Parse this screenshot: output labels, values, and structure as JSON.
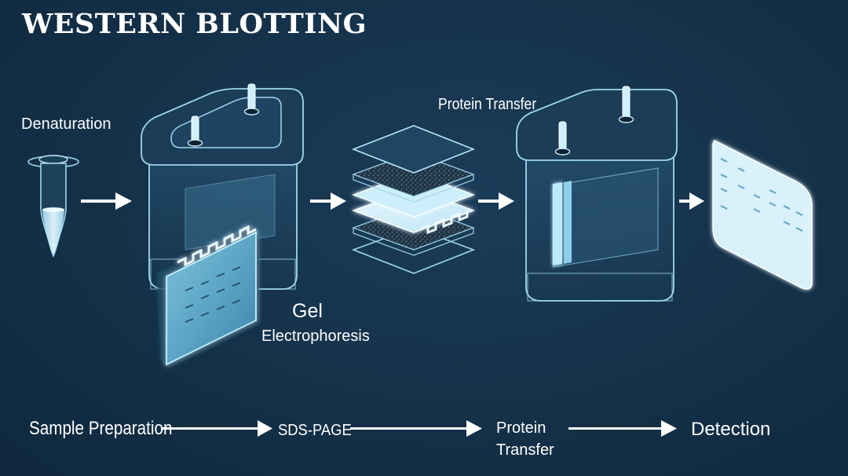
{
  "title": "WESTERN BLOTTING",
  "steps": {
    "denaturation": "Denaturation",
    "protein_transfer": "Protein Transfer",
    "gel": "Gel",
    "electrophoresis": "Electrophoresis"
  },
  "flow": {
    "sample_preparation": "Sample Preparation",
    "sds_page": "SDS-PAGE",
    "protein_line1": "Protein",
    "protein_line2": "Transfer",
    "detection": "Detection"
  },
  "colors": {
    "background": "#133049",
    "outline": "#9fd6ee",
    "glow": "#bdeeff",
    "text": "#ffffff"
  }
}
